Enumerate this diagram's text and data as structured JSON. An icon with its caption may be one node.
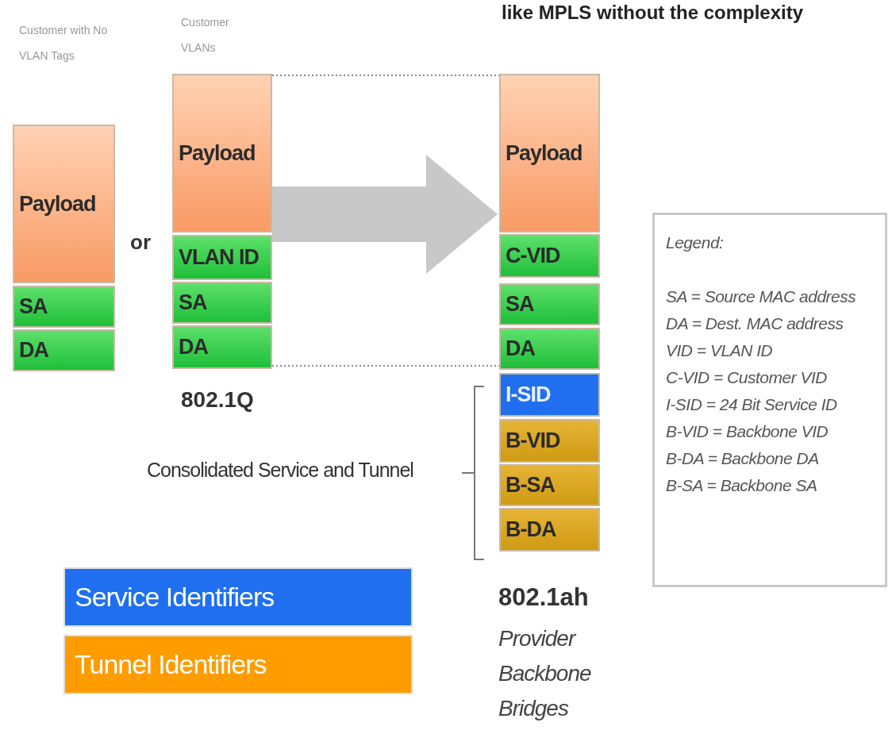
{
  "diagram": {
    "nodes": [
      {
        "text": [
          "Payload"
        ]
      },
      {
        "text": [
          "SA"
        ]
      },
      {
        "text": [
          "DA"
        ]
      },
      {
        "text": [
          "Payload"
        ]
      },
      {
        "text": [
          "VLAN ID"
        ]
      },
      {
        "text": [
          "SA"
        ]
      },
      {
        "text": [
          "DA"
        ]
      },
      {
        "text": [
          "Payload"
        ]
      },
      {
        "text": [
          "C-VID"
        ]
      },
      {
        "text": [
          "SA"
        ]
      },
      {
        "text": [
          "DA"
        ]
      },
      {
        "text": [
          "I-SID"
        ]
      },
      {
        "text": [
          "B-VID"
        ]
      },
      {
        "text": [
          "B-SA"
        ]
      },
      {
        "text": [
          "B-DA"
        ]
      },
      {
        "text": [
          "Legend:",
          "SA = Source MAC address",
          "DA = Dest. MAC address",
          "VID = VLAN ID",
          "C-VID = Customer VID",
          "I-SID = 24 Bit Service ID",
          "B-VID = Backbone VID",
          "B-DA = Backbone DA",
          "B-SA = Backbone SA"
        ]
      }
    ],
    "edges": [
      {
        "from": 3,
        "to": 7,
        "arrow": "none",
        "style": "dashed"
      },
      {
        "from": 6,
        "to": 10,
        "arrow": "none",
        "style": "dashed"
      },
      {
        "from": 3,
        "to": 7,
        "arrow": "to",
        "style": "thick",
        "color": "#c8c8c8"
      }
    ],
    "labels": [
      "Customer with No VLAN Tags",
      "Customer VLANs",
      "like MPLS without the complexity",
      "or",
      "802.1Q",
      "Consolidated Service and Tunnel",
      "802.1ah",
      "Provider Backbone Bridges"
    ],
    "legend": [
      {
        "text": "Service Identifiers",
        "color": "#1f6ff0"
      },
      {
        "text": "Tunnel Identifiers",
        "color": "#ff9c00"
      }
    ]
  }
}
